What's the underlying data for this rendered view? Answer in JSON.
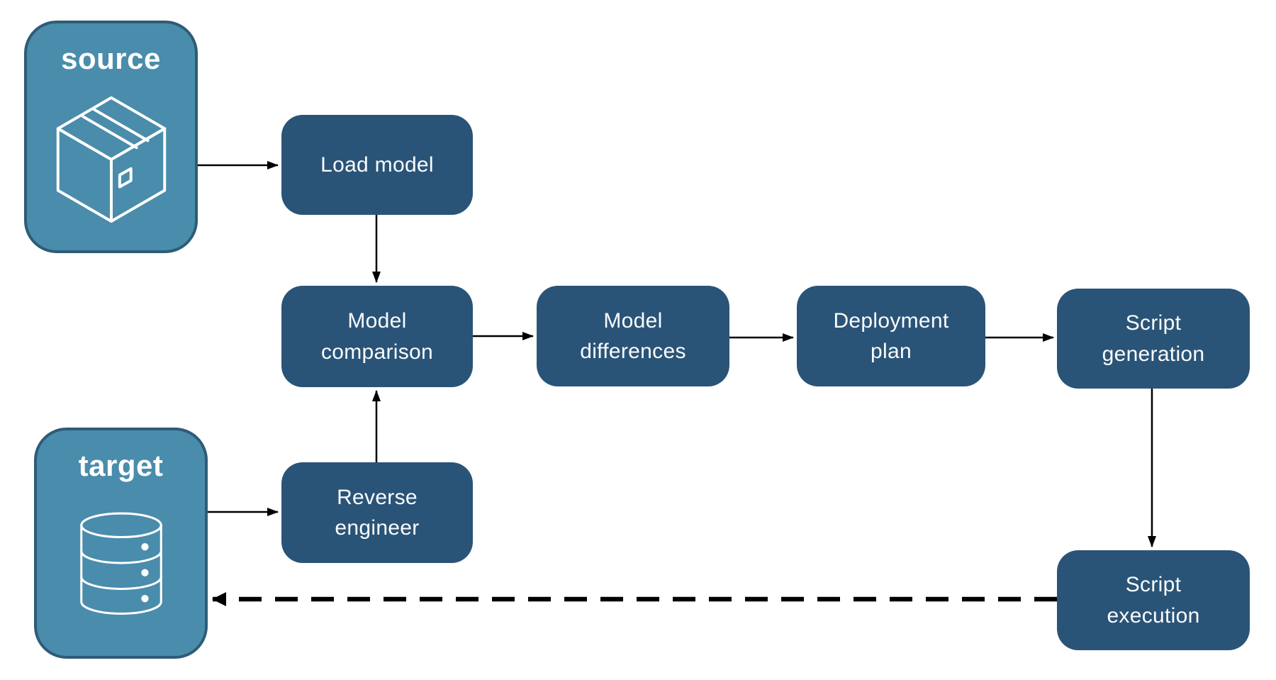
{
  "diagram": {
    "colors": {
      "background": "#ffffff",
      "node_fill": "#2A5477",
      "node_text": "#FAFCFD",
      "endpoint_fill": "#4A8CAB",
      "endpoint_border": "#2E5C76",
      "endpoint_text": "#ffffff",
      "arrow": "#000000"
    },
    "endpoints": [
      {
        "id": "source",
        "label": "source",
        "icon": "package-icon"
      },
      {
        "id": "target",
        "label": "target",
        "icon": "database-icon"
      }
    ],
    "nodes": [
      {
        "id": "load-model",
        "label": "Load model"
      },
      {
        "id": "model-comparison",
        "label": "Model\ncomparison"
      },
      {
        "id": "model-differences",
        "label": "Model\ndifferences"
      },
      {
        "id": "deployment-plan",
        "label": "Deployment\nplan"
      },
      {
        "id": "script-generation",
        "label": "Script\ngeneration"
      },
      {
        "id": "reverse-engineer",
        "label": "Reverse\nengineer"
      },
      {
        "id": "script-execution",
        "label": "Script\nexecution"
      }
    ],
    "edges": [
      {
        "from": "source",
        "to": "load-model",
        "style": "solid"
      },
      {
        "from": "load-model",
        "to": "model-comparison",
        "style": "solid"
      },
      {
        "from": "model-comparison",
        "to": "model-differences",
        "style": "solid"
      },
      {
        "from": "model-differences",
        "to": "deployment-plan",
        "style": "solid"
      },
      {
        "from": "deployment-plan",
        "to": "script-generation",
        "style": "solid"
      },
      {
        "from": "script-generation",
        "to": "script-execution",
        "style": "solid"
      },
      {
        "from": "target",
        "to": "reverse-engineer",
        "style": "solid"
      },
      {
        "from": "reverse-engineer",
        "to": "model-comparison",
        "style": "solid"
      },
      {
        "from": "script-execution",
        "to": "target",
        "style": "dashed"
      }
    ]
  }
}
